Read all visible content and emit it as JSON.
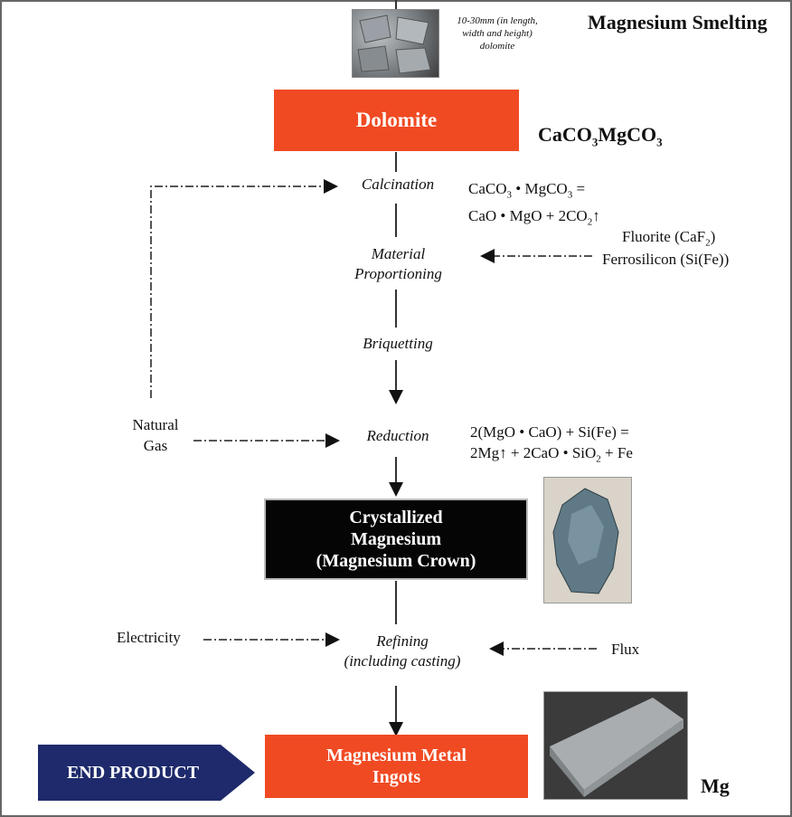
{
  "title": "Magnesium Smelting",
  "dolomite": {
    "caption": [
      "10-30mm (in length,",
      "width and height)",
      "dolomite"
    ],
    "label": "Dolomite",
    "formula": [
      "CaCO",
      "3",
      "MgCO",
      "3"
    ]
  },
  "steps": {
    "calcination": "Calcination",
    "proportioning": [
      "Material",
      "Proportioning"
    ],
    "briquetting": "Briquetting",
    "reduction": "Reduction",
    "refining": [
      "Refining",
      "(including casting)"
    ]
  },
  "equations": {
    "calcination": {
      "l1_a": "CaCO",
      "l1_b": "3",
      "l1_c": " • MgCO",
      "l1_d": "3",
      "l1_e": " =",
      "l2_a": "CaO • MgO + 2CO",
      "l2_b": "2",
      "l2_c": "↑"
    },
    "reduction": {
      "l1": "2(MgO • CaO) + Si(Fe) =",
      "l2_a": "2Mg↑ + 2CaO • SiO",
      "l2_b": "2",
      "l2_c": " + Fe"
    }
  },
  "additives": {
    "fluorite_a": "Fluorite (CaF",
    "fluorite_b": "2",
    "fluorite_c": ")",
    "ferrosilicon": "Ferrosilicon (Si(Fe))"
  },
  "inputs": {
    "natural_gas": [
      "Natural",
      "Gas"
    ],
    "electricity": "Electricity",
    "flux": "Flux"
  },
  "crystallized": [
    "Crystallized",
    "Magnesium",
    "(Magnesium Crown)"
  ],
  "end_product": {
    "label": "END PRODUCT"
  },
  "ingots": [
    "Magnesium Metal",
    "Ingots"
  ],
  "ingots_symbol": "Mg",
  "colors": {
    "orange_box": "#f04a23",
    "dark_box": "#050505",
    "end_product_arrow": "#1e2a6b"
  }
}
